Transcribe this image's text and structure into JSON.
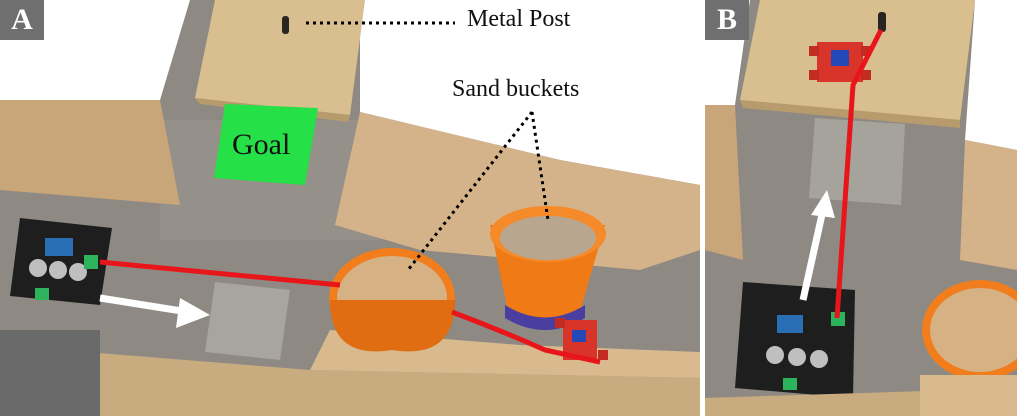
{
  "panels": [
    {
      "label": "A"
    },
    {
      "label": "B"
    }
  ],
  "annotations": {
    "metal_post": "Metal Post",
    "sand_buckets": "Sand buckets",
    "goal": "Goal"
  },
  "colors": {
    "path_line": "#e8161b",
    "arrow": "#ffffff",
    "goal_patch": "#25e046",
    "bucket": "#f07a18",
    "plywood": "#d8bd8e",
    "concrete": "#8f8b84",
    "label_box": "#6f6f6f"
  }
}
